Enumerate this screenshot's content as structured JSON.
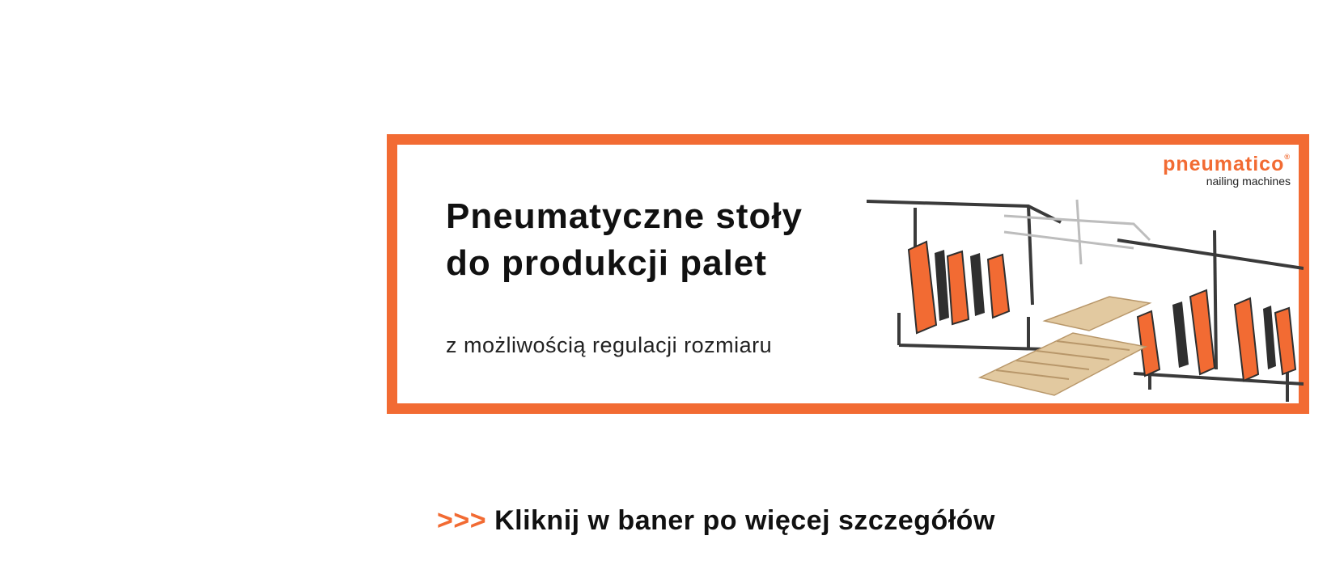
{
  "banner": {
    "headline_line1": "Pneumatyczne stoły",
    "headline_line2": "do produkcji palet",
    "subline": "z możliwością regulacji rozmiaru",
    "logo_word": "pneumatico",
    "logo_reg": "®",
    "logo_tagline": "nailing machines",
    "accent_color": "#F26B33",
    "image_icon": "pallet-nailing-table-illustration"
  },
  "cta": {
    "arrows": ">>>",
    "text": "Kliknij w baner po więcej szczegółów"
  }
}
